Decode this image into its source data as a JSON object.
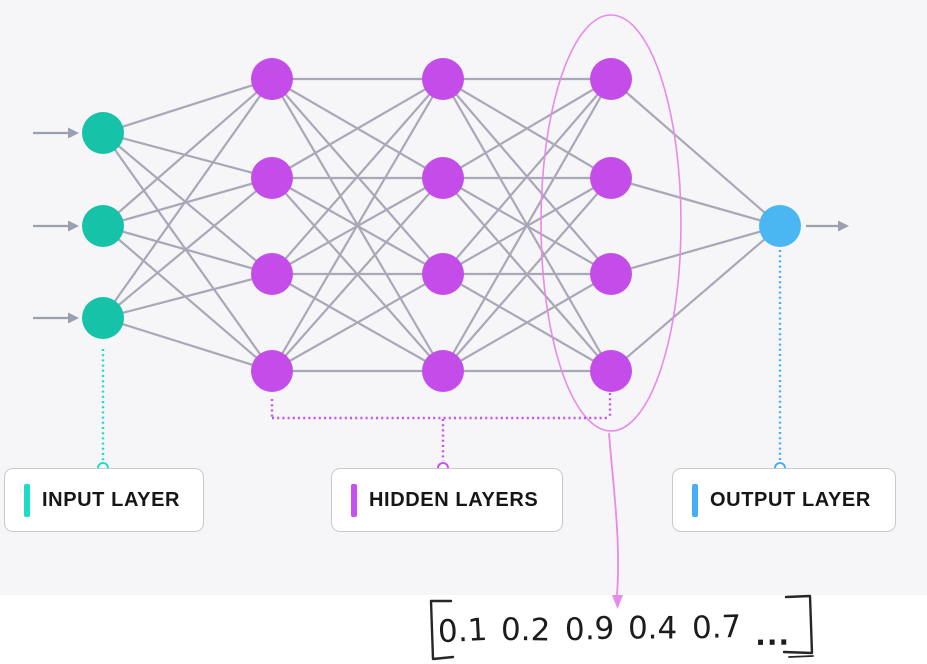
{
  "network": {
    "edge_color": "#a8a8b8",
    "arrow_color": "#9aa0ad",
    "layers": [
      {
        "id": "input",
        "type": "input",
        "node_count": 3,
        "node_color": "#16c2a8"
      },
      {
        "id": "hidden-1",
        "type": "hidden",
        "node_count": 4,
        "node_color": "#c44de9"
      },
      {
        "id": "hidden-2",
        "type": "hidden",
        "node_count": 4,
        "node_color": "#c44de9"
      },
      {
        "id": "hidden-3",
        "type": "hidden",
        "node_count": 4,
        "node_color": "#c44de9"
      },
      {
        "id": "output",
        "type": "output",
        "node_count": 1,
        "node_color": "#4ab6f2"
      }
    ]
  },
  "annotations": {
    "highlighted_layer": "hidden-3",
    "ellipse_color": "#e88ae8"
  },
  "legend": [
    {
      "label": "INPUT LAYER",
      "accent": "#1fdcc2"
    },
    {
      "label": "HIDDEN LAYERS",
      "accent": "#c84ff0"
    },
    {
      "label": "OUTPUT LAYER",
      "accent": "#45aef5"
    }
  ],
  "bracket": {
    "values": [
      "0.1",
      "0.2",
      "0.9",
      "0.4",
      "0.7",
      "..."
    ],
    "stroke_color": "#262626"
  },
  "colors": {
    "background": "#f6f6f8",
    "panel": "#ffffff"
  }
}
